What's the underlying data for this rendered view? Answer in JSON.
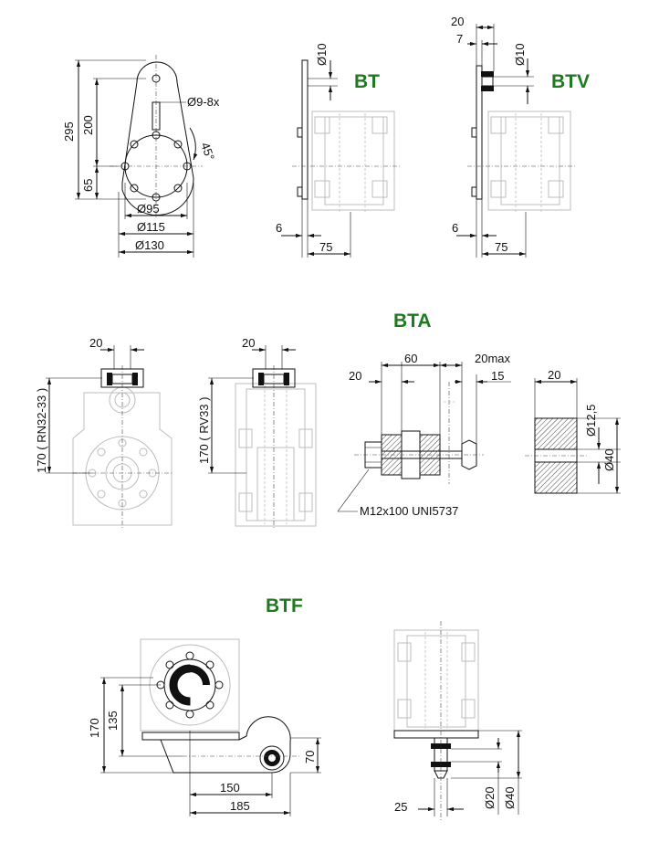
{
  "titles": {
    "bt": "BT",
    "btv": "BTV",
    "bta": "BTA",
    "btf": "BTF"
  },
  "bt_front": {
    "overall_height": "295",
    "upper_height": "200",
    "lower_height": "65",
    "hole_spec": "Ø9-8x",
    "angle": "45°",
    "dia_95": "Ø95",
    "dia_115": "Ø115",
    "dia_130": "Ø130"
  },
  "bt_side": {
    "bolt_dia": "Ø10",
    "thickness": "6",
    "offset": "75"
  },
  "btv_side": {
    "dim_20": "20",
    "dim_7": "7",
    "bolt_dia": "Ø10",
    "thickness": "6",
    "offset": "75"
  },
  "bta_front": {
    "dim_20": "20",
    "height_label": "170 ( RN32-33 )"
  },
  "bta_side": {
    "dim_20": "20",
    "height_label": "170 ( RV33 )"
  },
  "bta_bolt": {
    "dim_20": "20",
    "dim_60": "60",
    "dim_20max": "20max",
    "dim_15": "15",
    "bolt_spec": "M12x100 UNI5737"
  },
  "bta_bush": {
    "dim_20": "20",
    "dia_inner": "Ø12,5",
    "dia_outer": "Ø40"
  },
  "btf_front": {
    "dim_170": "170",
    "dim_135": "135",
    "dim_70": "70",
    "dim_150": "150",
    "dim_185": "185"
  },
  "btf_side": {
    "dim_25": "25",
    "dia_20": "Ø20",
    "dia_40": "Ø40"
  }
}
